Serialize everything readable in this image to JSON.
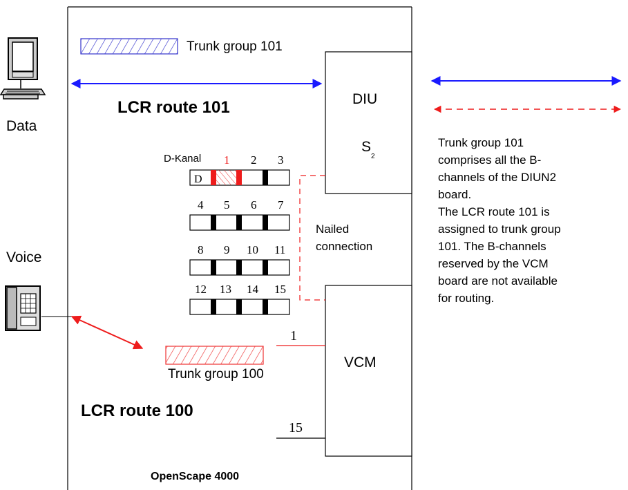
{
  "system_label": "OpenScape 4000",
  "trunk_group_101": "Trunk group 101",
  "trunk_group_100": "Trunk group 100",
  "lcr_route_101": "LCR route 101",
  "lcr_route_100": "LCR route 100",
  "diu": {
    "title": "DIU",
    "sub_main": "S",
    "sub_index": "2"
  },
  "vcm": {
    "title": "VCM",
    "port_first": "1",
    "port_last": "15"
  },
  "nailed_connection": [
    "Nailed",
    "connection"
  ],
  "devices": {
    "data": "Data",
    "voice": "Voice"
  },
  "channels": {
    "d_kanal_label": "D-Kanal",
    "d_box_label": "D",
    "rows": [
      [
        "1",
        "2",
        "3"
      ],
      [
        "4",
        "5",
        "6",
        "7"
      ],
      [
        "8",
        "9",
        "10",
        "11"
      ],
      [
        "12",
        "13",
        "14",
        "15"
      ]
    ]
  },
  "description": [
    "Trunk group 101",
    "comprises all the B-",
    "channels of the DIUN2",
    "board.",
    "The LCR route 101 is",
    "assigned to trunk group",
    "101. The B-channels",
    "reserved by the VCM",
    "board are not available",
    "for routing."
  ],
  "colors": {
    "blue": "#1a1aff",
    "red": "#ee1c1c",
    "hatch_blue": "#3333cc",
    "hatch_red": "#ee3333"
  }
}
